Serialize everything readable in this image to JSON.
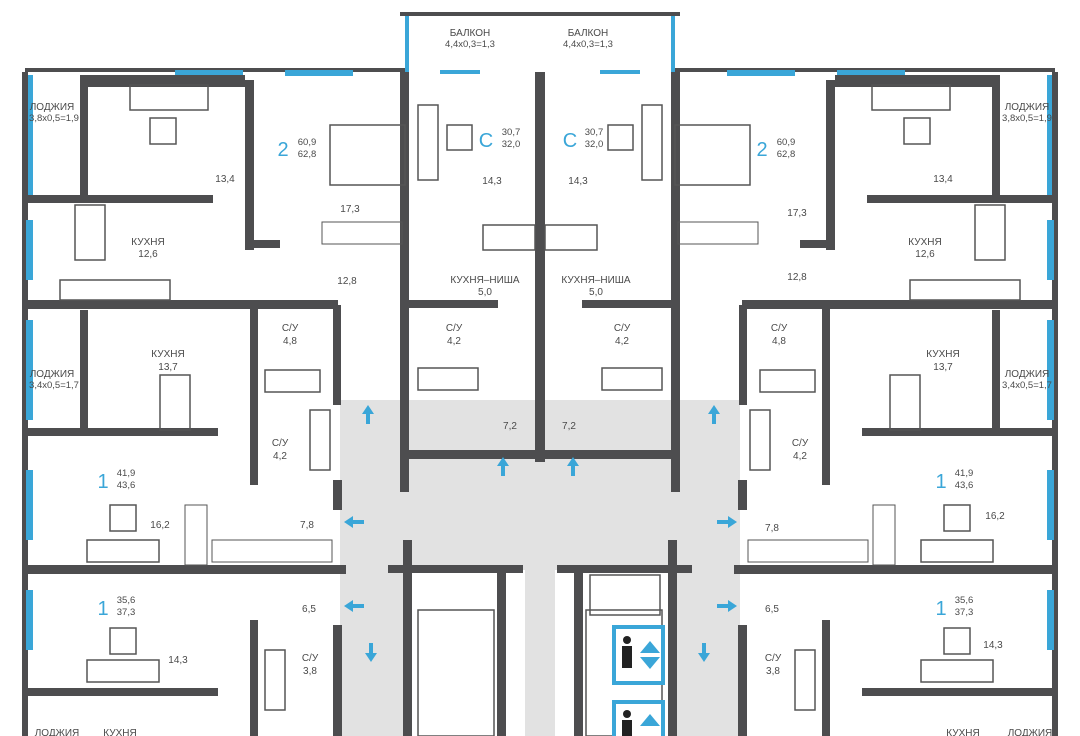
{
  "balconies": [
    {
      "title": "БАЛКОН",
      "size": "4,4x0,3=1,3"
    },
    {
      "title": "БАЛКОН",
      "size": "4,4x0,3=1,3"
    }
  ],
  "loggias": {
    "top_left": {
      "title": "ЛОДЖИЯ",
      "size": "3,8x0,5=1,9"
    },
    "top_right": {
      "title": "ЛОДЖИЯ",
      "size": "3,8x0,5=1,9"
    },
    "mid_left": {
      "title": "ЛОДЖИЯ",
      "size": "3,4x0,5=1,7"
    },
    "mid_right": {
      "title": "ЛОДЖИЯ",
      "size": "3,4x0,5=1,7"
    },
    "bottom_left": {
      "title": "ЛОДЖИЯ"
    },
    "bottom_right": {
      "title": "ЛОДЖИЯ"
    }
  },
  "apartments": {
    "two_left": {
      "rooms": "2",
      "living": "60,9",
      "total": "62,8",
      "living_room": "13,4",
      "bedroom": "17,3",
      "hall": "12,8",
      "kitchen": "КУХНЯ",
      "kitchen_area": "12,6",
      "bath": "С/У",
      "bath_area": "4,8"
    },
    "two_right": {
      "rooms": "2",
      "living": "60,9",
      "total": "62,8",
      "living_room": "13,4",
      "bedroom": "17,3",
      "hall": "12,8",
      "kitchen": "КУХНЯ",
      "kitchen_area": "12,6",
      "bath": "С/У",
      "bath_area": "4,8"
    },
    "studio_left": {
      "rooms": "С",
      "living": "30,7",
      "total": "32,0",
      "room": "14,3",
      "kitchen": "КУХНЯ–НИША",
      "kitchen_area": "5,0",
      "bath": "С/У",
      "bath_area": "4,2",
      "hall": "7,2"
    },
    "studio_right": {
      "rooms": "С",
      "living": "30,7",
      "total": "32,0",
      "room": "14,3",
      "kitchen": "КУХНЯ–НИША",
      "kitchen_area": "5,0",
      "bath": "С/У",
      "bath_area": "4,2",
      "hall": "7,2"
    },
    "one_a_left": {
      "rooms": "1",
      "living": "41,9",
      "total": "43,6",
      "room": "16,2",
      "hall": "7,8",
      "kitchen": "КУХНЯ",
      "kitchen_area": "13,7",
      "bath": "С/У",
      "bath_area": "4,2"
    },
    "one_a_right": {
      "rooms": "1",
      "living": "41,9",
      "total": "43,6",
      "room": "16,2",
      "hall": "7,8",
      "kitchen": "КУХНЯ",
      "kitchen_area": "13,7",
      "bath": "С/У",
      "bath_area": "4,2"
    },
    "one_b_left": {
      "rooms": "1",
      "living": "35,6",
      "total": "37,3",
      "room": "14,3",
      "hall": "6,5",
      "bath": "С/У",
      "bath_area": "3,8",
      "kitchen": "КУХНЯ"
    },
    "one_b_right": {
      "rooms": "1",
      "living": "35,6",
      "total": "37,3",
      "room": "14,3",
      "hall": "6,5",
      "bath": "С/У",
      "bath_area": "3,8",
      "kitchen": "КУХНЯ"
    }
  },
  "colors": {
    "wall": "#4d4d4f",
    "window": "#3aa6d8",
    "corridor": "#e2e2e2",
    "accent": "#3aa6d8"
  },
  "icons": [
    "entrance-arrow-icon",
    "elevator-icon"
  ]
}
